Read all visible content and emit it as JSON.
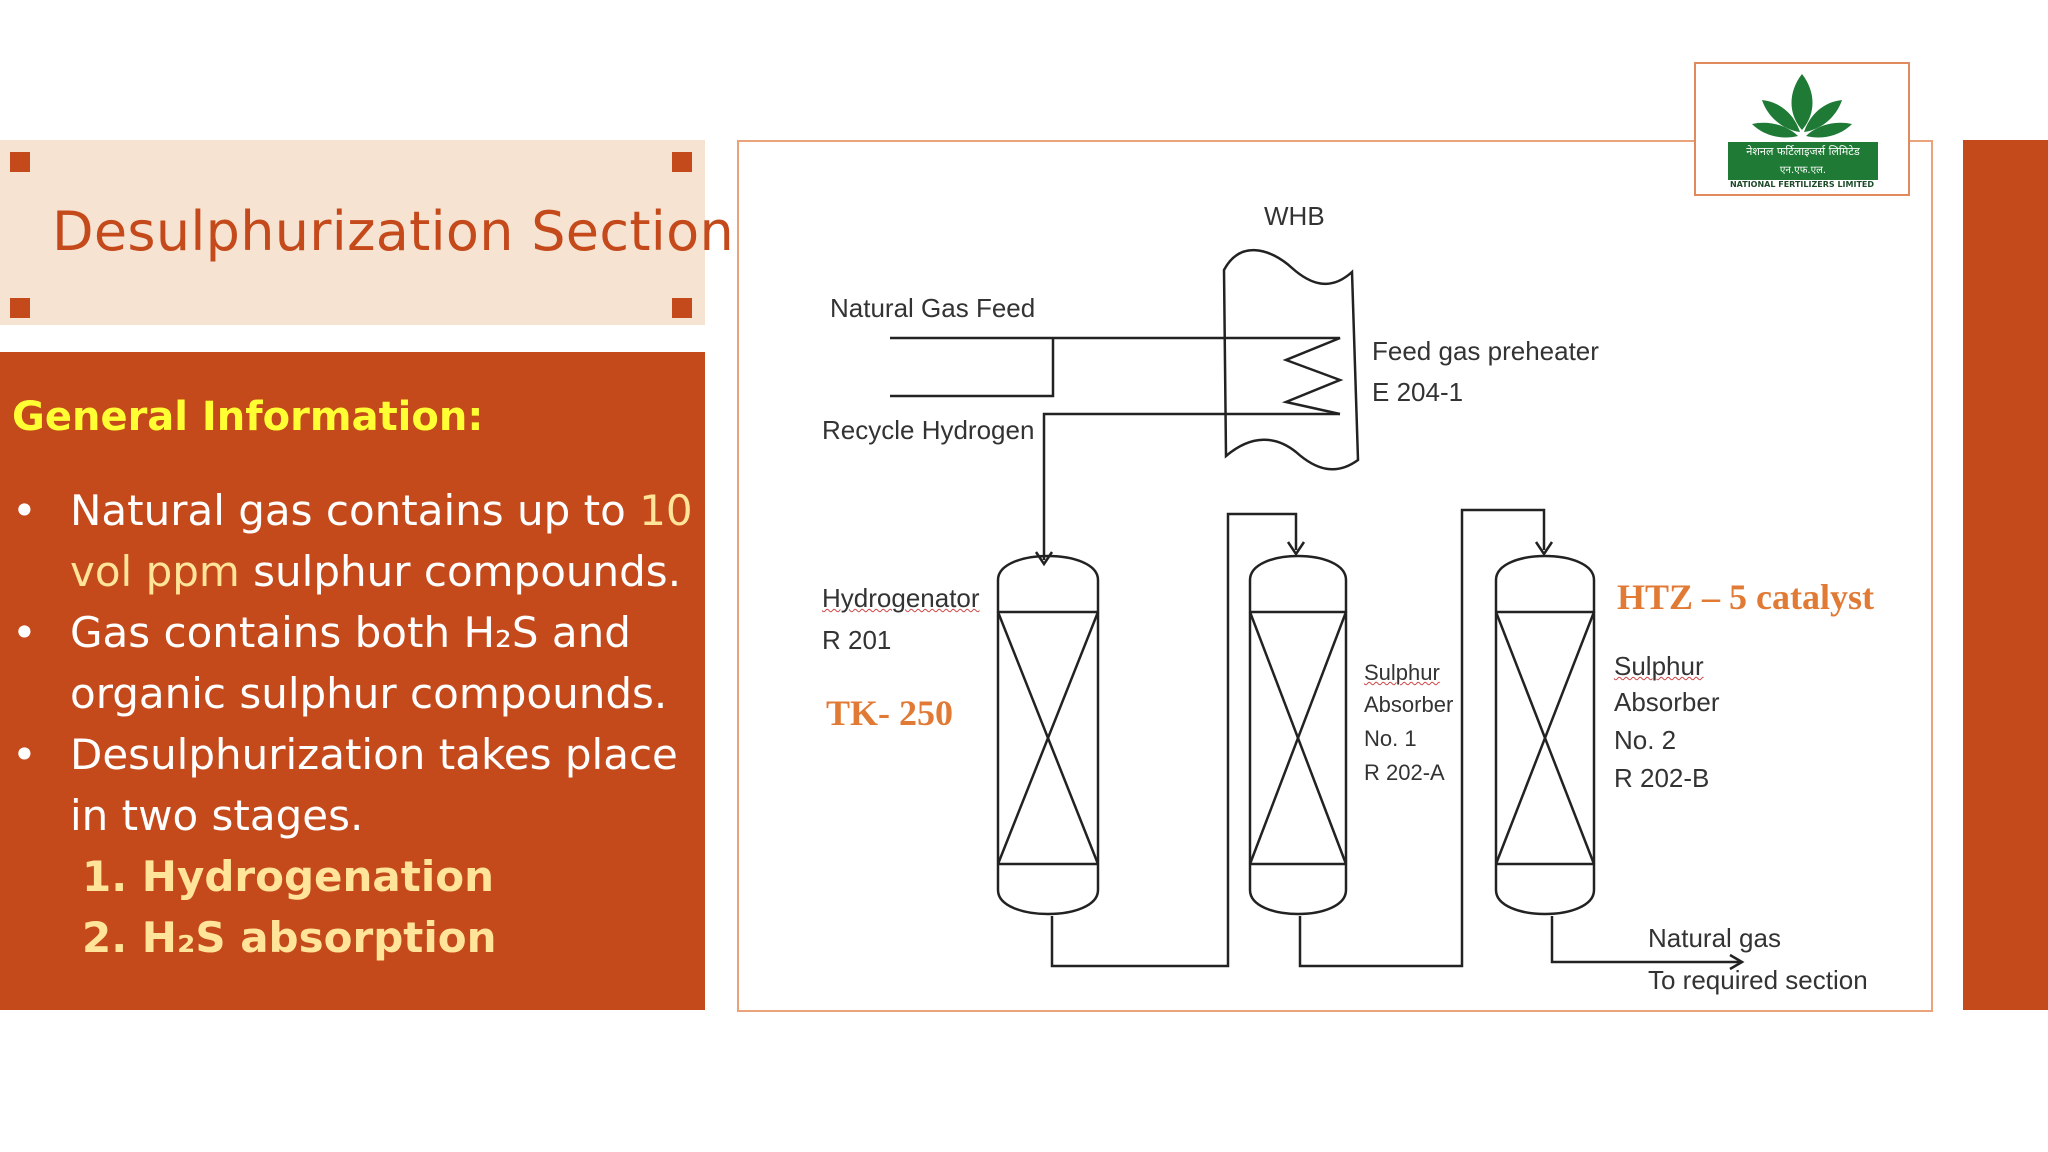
{
  "slide": {
    "title": "Desulphurization Section",
    "info": {
      "heading": "General Information:",
      "bullets": [
        {
          "before": "Natural gas contains up to ",
          "accent": "10 vol ppm",
          "after": " sulphur compounds."
        },
        {
          "before": "Gas contains both H₂S and organic sulphur compounds.",
          "accent": "",
          "after": ""
        },
        {
          "before": "Desulphurization takes place in two stages.",
          "accent": "",
          "after": ""
        }
      ],
      "stages": [
        "1. Hydrogenation",
        "2. H₂S absorption"
      ]
    }
  },
  "logo": {
    "hindi": "नेशनल फर्टिलाइजर्स लिमिटेड",
    "abbr": "एन.एफ.एल.",
    "name": "NATIONAL FERTILIZERS LIMITED"
  },
  "diagram": {
    "whb": "WHB",
    "natural_gas_feed": "Natural Gas Feed",
    "recycle_hydrogen": "Recycle Hydrogen",
    "preheater": {
      "line1": "Feed gas preheater",
      "line2": "E 204-1"
    },
    "hydrogenator": {
      "line1": "Hydrogenator",
      "line2": "R 201"
    },
    "absorber1": {
      "line1": "Sulphur",
      "line2": "Absorber",
      "line3": "No. 1",
      "line4": "R 202-A"
    },
    "absorber2": {
      "line1": "Sulphur",
      "line2": "Absorber",
      "line3": "No. 2",
      "line4": "R 202-B"
    },
    "catalyst_tk": "TK- 250",
    "catalyst_htz": "HTZ – 5 catalyst",
    "outlet": {
      "line1": "Natural gas",
      "line2": "To required section"
    }
  },
  "colors": {
    "accent": "#c4491b",
    "panel_light": "#f6e3d2",
    "heading_yellow": "#ffff33",
    "highlight": "#ffe49a",
    "annotation": "#e07a35",
    "logo_green": "#1e7a34"
  },
  "icons": [
    "leaf-logo-icon"
  ]
}
